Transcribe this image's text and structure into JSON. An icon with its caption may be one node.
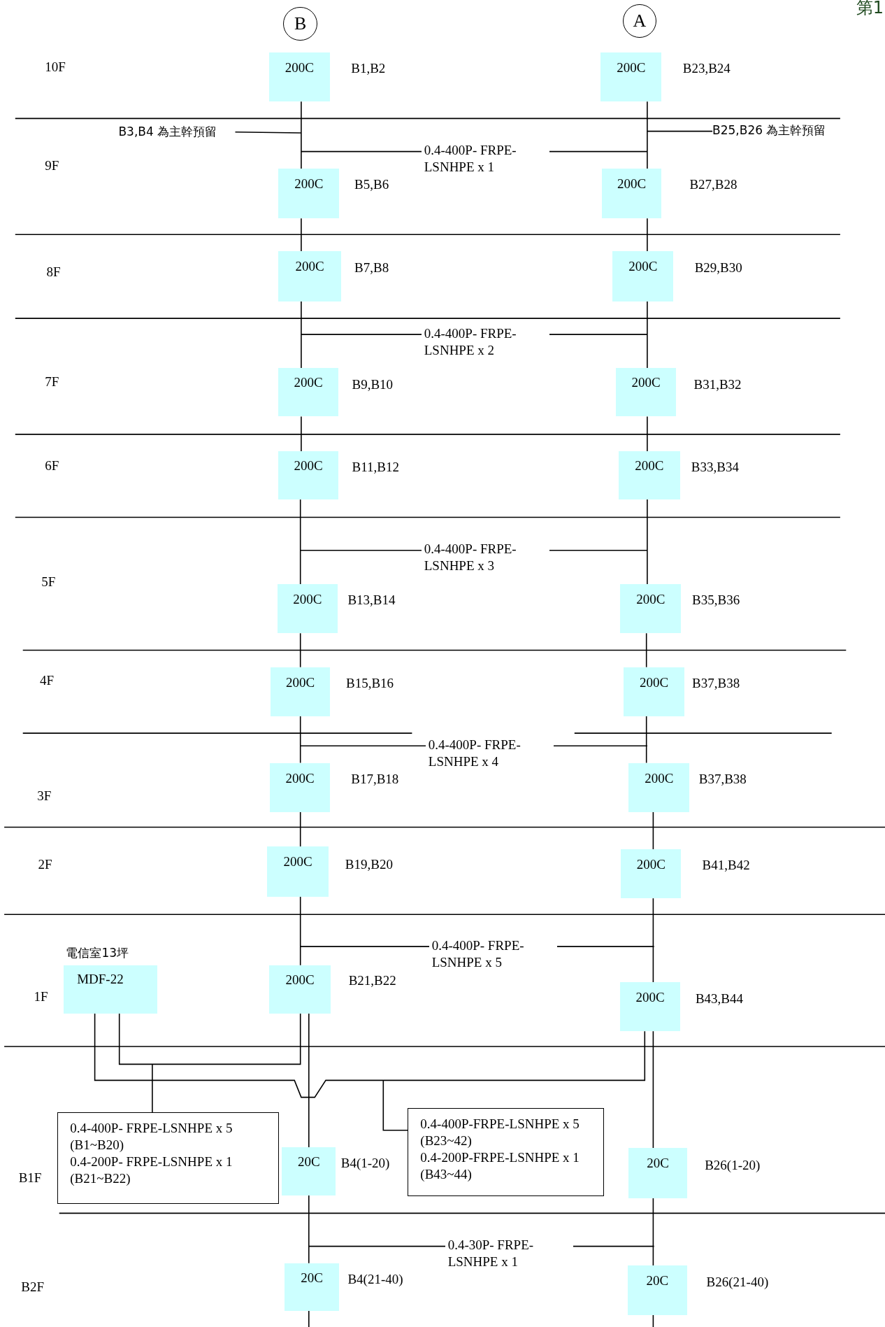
{
  "diagram": {
    "nodes": [
      {
        "text": [
          "B"
        ]
      },
      {
        "text": [
          "A"
        ]
      },
      {
        "text": [
          "200C"
        ],
        "beside": [
          "B1,B2"
        ]
      },
      {
        "text": [
          "200C"
        ],
        "beside": [
          "B23,B24"
        ]
      },
      {
        "text": [
          "B3,B4 為主幹預留"
        ]
      },
      {
        "text": [
          "B25,B26 為主幹預留"
        ]
      },
      {
        "text": [
          "200C"
        ],
        "beside": [
          "B5,B6"
        ]
      },
      {
        "text": [
          "200C"
        ],
        "beside": [
          "B27,B28"
        ]
      },
      {
        "text": [
          "200C"
        ],
        "beside": [
          "B7,B8"
        ]
      },
      {
        "text": [
          "200C"
        ],
        "beside": [
          "B29,B30"
        ]
      },
      {
        "text": [
          "200C"
        ],
        "beside": [
          "B9,B10"
        ]
      },
      {
        "text": [
          "200C"
        ],
        "beside": [
          "B31,B32"
        ]
      },
      {
        "text": [
          "200C"
        ],
        "beside": [
          "B11,B12"
        ]
      },
      {
        "text": [
          "200C"
        ],
        "beside": [
          "B33,B34"
        ]
      },
      {
        "text": [
          "200C"
        ],
        "beside": [
          "B13,B14"
        ]
      },
      {
        "text": [
          "200C"
        ],
        "beside": [
          "B35,B36"
        ]
      },
      {
        "text": [
          "200C"
        ],
        "beside": [
          "B15,B16"
        ]
      },
      {
        "text": [
          "200C"
        ],
        "beside": [
          "B37,B38"
        ]
      },
      {
        "text": [
          "200C"
        ],
        "beside": [
          "B17,B18"
        ]
      },
      {
        "text": [
          "200C"
        ],
        "beside": [
          "B37,B38"
        ]
      },
      {
        "text": [
          "200C"
        ],
        "beside": [
          "B19,B20"
        ]
      },
      {
        "text": [
          "200C"
        ],
        "beside": [
          "B41,B42"
        ]
      },
      {
        "text": [
          "電信室13坪",
          "MDF-22"
        ]
      },
      {
        "text": [
          "200C"
        ],
        "beside": [
          "B21,B22"
        ]
      },
      {
        "text": [
          "200C"
        ],
        "beside": [
          "B43,B44"
        ]
      },
      {
        "text": [
          "0.4-400P- FRPE-LSNHPE x 5 (B1~B20)",
          "0.4-200P- FRPE-LSNHPE x 1 (B21~B22)"
        ]
      },
      {
        "text": [
          "20C"
        ],
        "beside": [
          "B4(1-20)"
        ]
      },
      {
        "text": [
          "0.4-400P-FRPE-LSNHPE x 5 (B23~42)",
          "0.4-200P-FRPE-LSNHPE x 1 (B43~44)"
        ]
      },
      {
        "text": [
          "20C"
        ],
        "beside": [
          "B26(1-20)"
        ]
      },
      {
        "text": [
          "20C"
        ],
        "beside": [
          "B4(21-40)"
        ]
      },
      {
        "text": [
          "20C"
        ],
        "beside": [
          "B26(21-40)"
        ]
      }
    ],
    "edges": [
      {
        "from": 2,
        "to": 6,
        "arrow": "none"
      },
      {
        "from": 6,
        "to": 8,
        "arrow": "none"
      },
      {
        "from": 8,
        "to": 10,
        "arrow": "none"
      },
      {
        "from": 10,
        "to": 12,
        "arrow": "none"
      },
      {
        "from": 12,
        "to": 14,
        "arrow": "none"
      },
      {
        "from": 14,
        "to": 16,
        "arrow": "none"
      },
      {
        "from": 16,
        "to": 18,
        "arrow": "none"
      },
      {
        "from": 18,
        "to": 20,
        "arrow": "none"
      },
      {
        "from": 20,
        "to": 23,
        "arrow": "none"
      },
      {
        "from": 23,
        "to": 26,
        "arrow": "none"
      },
      {
        "from": 26,
        "to": 29,
        "arrow": "none"
      },
      {
        "from": 29,
        "to": null,
        "arrow": "none"
      },
      {
        "from": 3,
        "to": 7,
        "arrow": "none"
      },
      {
        "from": 7,
        "to": 9,
        "arrow": "none"
      },
      {
        "from": 9,
        "to": 11,
        "arrow": "none"
      },
      {
        "from": 11,
        "to": 13,
        "arrow": "none"
      },
      {
        "from": 13,
        "to": 15,
        "arrow": "none"
      },
      {
        "from": 15,
        "to": 17,
        "arrow": "none"
      },
      {
        "from": 17,
        "to": 19,
        "arrow": "none"
      },
      {
        "from": 19,
        "to": 21,
        "arrow": "none"
      },
      {
        "from": 21,
        "to": 24,
        "arrow": "none"
      },
      {
        "from": 24,
        "to": 28,
        "arrow": "none"
      },
      {
        "from": 28,
        "to": 30,
        "arrow": "none"
      },
      {
        "from": 30,
        "to": null,
        "arrow": "none"
      },
      {
        "from": 4,
        "to": null,
        "arrow": "none"
      },
      {
        "from": 5,
        "to": null,
        "arrow": "none"
      },
      {
        "from": 22,
        "to": 23,
        "arrow": "none"
      },
      {
        "from": 22,
        "to": 24,
        "arrow": "none"
      },
      {
        "from": 25,
        "to": null,
        "arrow": "none"
      },
      {
        "from": 27,
        "to": null,
        "arrow": "none"
      }
    ],
    "labels": [
      "第1",
      "10F",
      "9F",
      "0.4-400P- FRPE- LSNHPE x 1",
      "8F",
      "0.4-400P- FRPE- LSNHPE x 2",
      "7F",
      "6F",
      "0.4-400P- FRPE- LSNHPE x 3",
      "5F",
      "4F",
      "0.4-400P- FRPE- LSNHPE x 4",
      "3F",
      "2F",
      "0.4-400P- FRPE- LSNHPE x 5",
      "1F",
      "B1F",
      "0.4-30P- FRPE- LSNHPE x 1",
      "B2F"
    ]
  }
}
